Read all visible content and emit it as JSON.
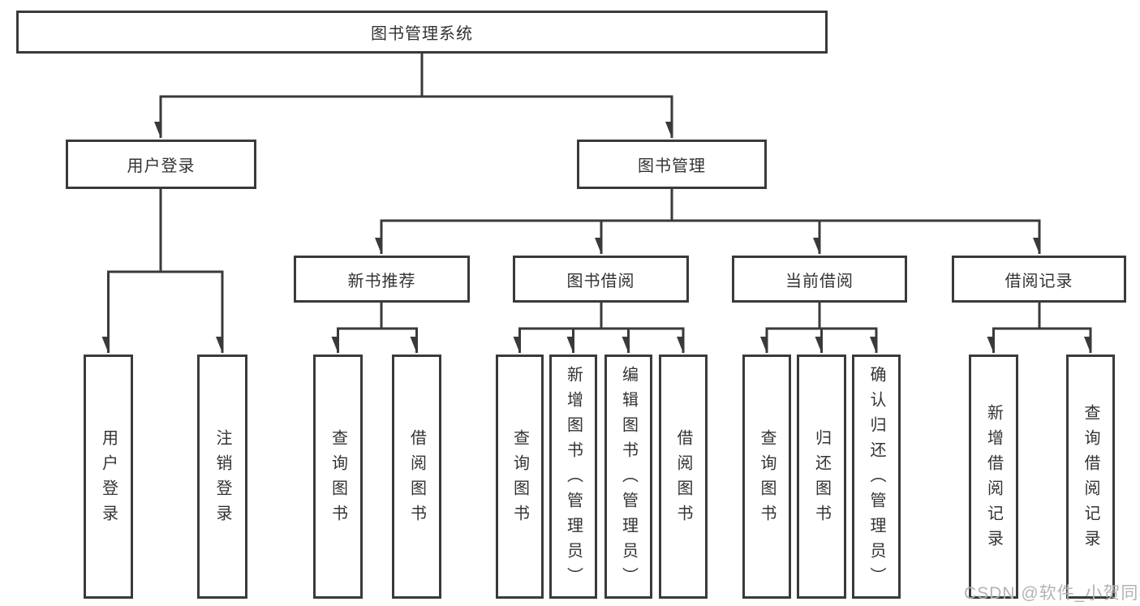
{
  "diagram": {
    "root": {
      "label": "图书管理系统"
    },
    "level2": [
      {
        "label": "用户登录"
      },
      {
        "label": "图书管理"
      }
    ],
    "level3": [
      {
        "label": "新书推荐"
      },
      {
        "label": "图书借阅"
      },
      {
        "label": "当前借阅"
      },
      {
        "label": "借阅记录"
      }
    ],
    "leaves": {
      "user_login": [
        "用户登录",
        "注销登录"
      ],
      "new_book": [
        "查询图书",
        "借阅图书"
      ],
      "borrow": [
        "查询图书",
        "新增图书（管理员）",
        "编辑图书（管理员）",
        "借阅图书"
      ],
      "current": [
        "查询图书",
        "归还图书",
        "确认归还（管理员）"
      ],
      "records": [
        "新增借阅记录",
        "查询借阅记录"
      ]
    },
    "colors": {
      "line": "#3a3a3a",
      "text": "#333333",
      "background": "#ffffff",
      "watermark": "#b3b3b3"
    }
  },
  "watermark": {
    "text": "CSDN @软件_小贺同学"
  }
}
